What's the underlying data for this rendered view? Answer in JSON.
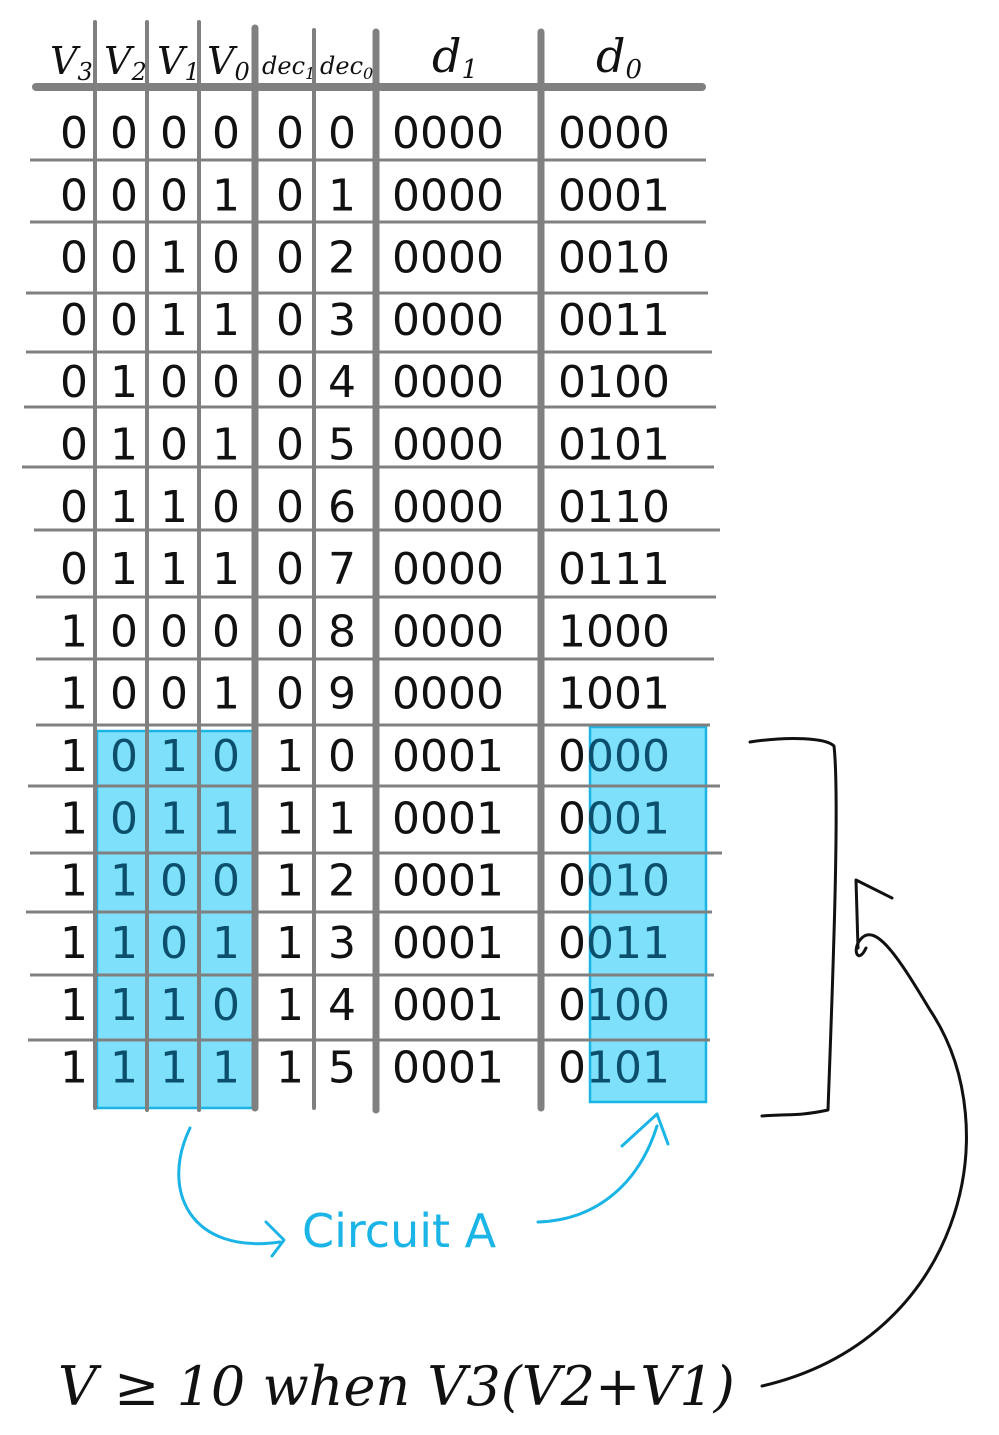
{
  "headers": [
    "V3",
    "V2",
    "V1",
    "V0",
    "dec1",
    "dec0",
    "d1",
    "d0"
  ],
  "rows": [
    [
      "0",
      "0",
      "0",
      "0",
      "0",
      "0",
      "0000",
      "0000"
    ],
    [
      "0",
      "0",
      "0",
      "1",
      "0",
      "1",
      "0000",
      "0001"
    ],
    [
      "0",
      "0",
      "1",
      "0",
      "0",
      "2",
      "0000",
      "0010"
    ],
    [
      "0",
      "0",
      "1",
      "1",
      "0",
      "3",
      "0000",
      "0011"
    ],
    [
      "0",
      "1",
      "0",
      "0",
      "0",
      "4",
      "0000",
      "0100"
    ],
    [
      "0",
      "1",
      "0",
      "1",
      "0",
      "5",
      "0000",
      "0101"
    ],
    [
      "0",
      "1",
      "1",
      "0",
      "0",
      "6",
      "0000",
      "0110"
    ],
    [
      "0",
      "1",
      "1",
      "1",
      "0",
      "7",
      "0000",
      "0111"
    ],
    [
      "1",
      "0",
      "0",
      "0",
      "0",
      "8",
      "0000",
      "1000"
    ],
    [
      "1",
      "0",
      "0",
      "1",
      "0",
      "9",
      "0000",
      "1001"
    ],
    [
      "1",
      "0",
      "1",
      "0",
      "1",
      "0",
      "0001",
      "0000"
    ],
    [
      "1",
      "0",
      "1",
      "1",
      "1",
      "1",
      "0001",
      "0001"
    ],
    [
      "1",
      "1",
      "0",
      "0",
      "1",
      "2",
      "0001",
      "0010"
    ],
    [
      "1",
      "1",
      "0",
      "1",
      "1",
      "3",
      "0001",
      "0011"
    ],
    [
      "1",
      "1",
      "1",
      "0",
      "1",
      "4",
      "0001",
      "0100"
    ],
    [
      "1",
      "1",
      "1",
      "1",
      "1",
      "5",
      "0001",
      "0101"
    ]
  ],
  "circuit_label": "Circuit A",
  "condition_note": "V ≥ 10 when V3(V2+V1)",
  "colors": {
    "highlight_fill": "#7ee0fb",
    "highlight_stroke": "#1ab4e6",
    "grid": "#808080",
    "ink": "#111111"
  }
}
